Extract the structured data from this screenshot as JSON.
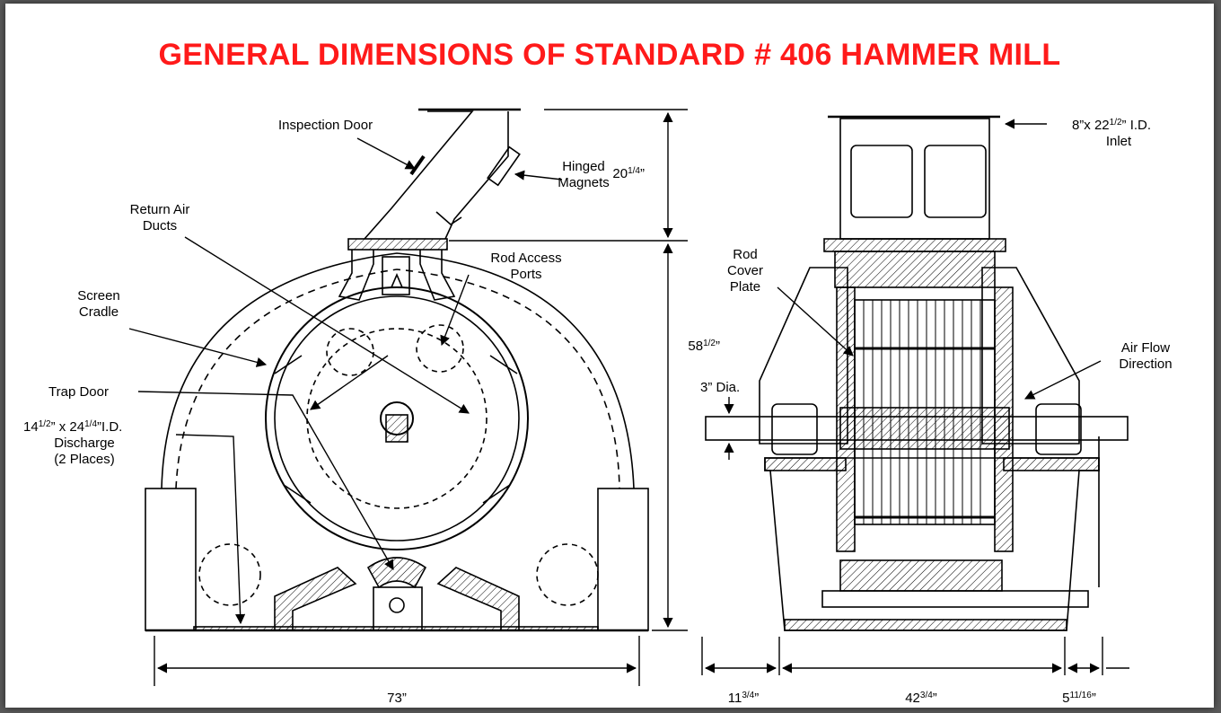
{
  "title": "GENERAL DIMENSIONS OF STANDARD # 406 HAMMER MILL",
  "labels": {
    "inspection_door": "Inspection Door",
    "hinged_magnets_1": "Hinged",
    "hinged_magnets_2": "Magnets",
    "return_air_1": "Return Air",
    "return_air_2": "Ducts",
    "rod_access_1": "Rod Access",
    "rod_access_2": "Ports",
    "screen_cradle_1": "Screen",
    "screen_cradle_2": "Cradle",
    "trap_door": "Trap Door",
    "discharge_1a": "14",
    "discharge_1b": "1/2",
    "discharge_1c": "” x 24",
    "discharge_1d": "1/4",
    "discharge_1e": "”I.D.",
    "discharge_2": "Discharge",
    "discharge_3": "(2 Places)",
    "inlet_1a": "8”x 22",
    "inlet_1b": "1/2",
    "inlet_1c": "” I.D.",
    "inlet_2": "Inlet",
    "rod_cover_1": "Rod",
    "rod_cover_2": "Cover",
    "rod_cover_3": "Plate",
    "air_flow_1": "Air Flow",
    "air_flow_2": "Direction",
    "dia": "3” Dia."
  },
  "dimensions": {
    "top_height_a": "20",
    "top_height_b": "1/4",
    "top_height_c": "”",
    "body_height_a": "58",
    "body_height_b": "1/2",
    "body_height_c": "”",
    "width_left": "73”",
    "side_a_a": "11",
    "side_a_b": "3/4",
    "side_a_c": "”",
    "side_b_a": "42",
    "side_b_b": "3/4",
    "side_b_c": "”",
    "side_c_a": "5",
    "side_c_b": "11/16",
    "side_c_c": "”"
  },
  "colors": {
    "title": "#ff1a1a",
    "frame_bg": "#5a5a5a"
  }
}
